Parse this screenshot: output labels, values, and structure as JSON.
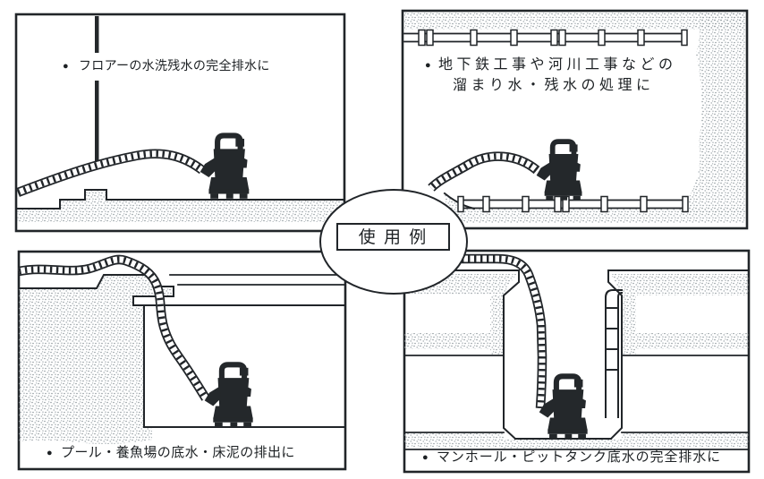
{
  "figure": {
    "title_label": "使 用 例",
    "bullet": "●",
    "colors": {
      "ink": "#212529",
      "paper": "#ffffff",
      "pump_silhouette": "#24282b",
      "stipple_dot": "#8e989d"
    },
    "panels": [
      {
        "name": "floor-drainage",
        "lines": [
          "フロアーの水洗残水の完全排水に"
        ]
      },
      {
        "name": "construction-site",
        "lines": [
          "地下鉄工事や河川工事などの",
          "溜まり水・残水の処理に"
        ]
      },
      {
        "name": "pool-fish-farm",
        "lines": [
          "プール・養魚場の底水・床泥の排出に"
        ]
      },
      {
        "name": "manhole-pit-tank",
        "lines": [
          "マンホール・ピットタンク底水の完全排水に"
        ]
      }
    ]
  }
}
